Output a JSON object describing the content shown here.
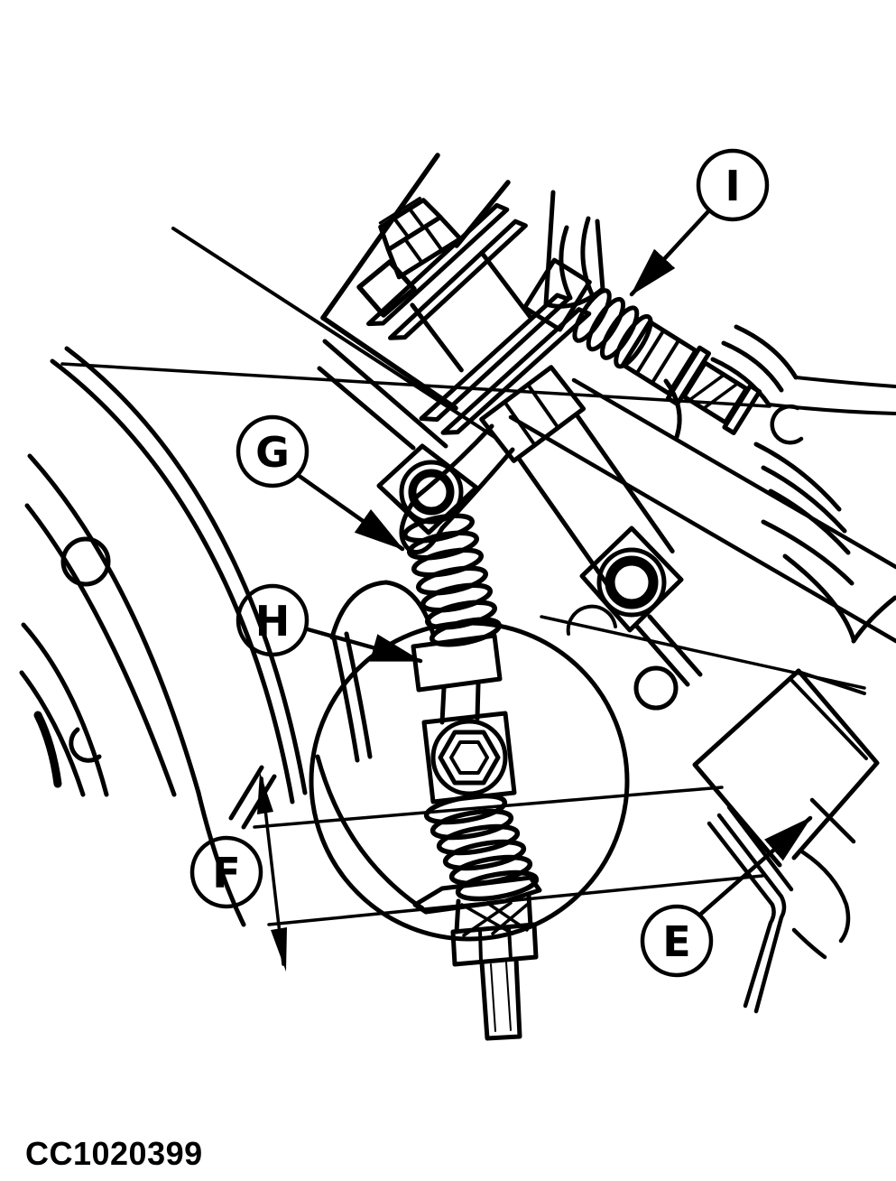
{
  "figure": {
    "code": "CC1020399",
    "type": "technical-line-illustration",
    "callouts": [
      {
        "letter": "I"
      },
      {
        "letter": "G"
      },
      {
        "letter": "H"
      },
      {
        "letter": "F"
      },
      {
        "letter": "E"
      }
    ]
  },
  "colors": {
    "ink": "#000000",
    "background": "#ffffff"
  }
}
